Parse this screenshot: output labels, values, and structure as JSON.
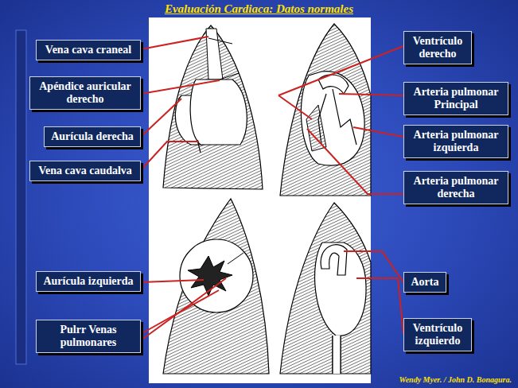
{
  "diagram": {
    "title": "Evaluación Cardiaca: Datos normales",
    "nodes": [
      {
        "text": [
          "Vena cava craneal"
        ]
      },
      {
        "text": [
          "Apéndice auricular derecho"
        ]
      },
      {
        "text": [
          "Aurícula derecha"
        ]
      },
      {
        "text": [
          "Vena cava caudalva"
        ]
      },
      {
        "text": [
          "Aurícula izquierda"
        ]
      },
      {
        "text": [
          "Pulrr Venas pulmonares"
        ]
      },
      {
        "text": [
          "Ventrículo derecho"
        ]
      },
      {
        "text": [
          "Arteria pulmonar Principal"
        ]
      },
      {
        "text": [
          "Arteria pulmonar izquierda"
        ]
      },
      {
        "text": [
          "Arteria pulmonar derecha"
        ]
      },
      {
        "text": [
          "Aorta"
        ]
      },
      {
        "text": [
          "Ventrículo izquierdo"
        ]
      }
    ],
    "labels": [
      "Wendy Myer.  /  John D. Bonagura."
    ]
  }
}
